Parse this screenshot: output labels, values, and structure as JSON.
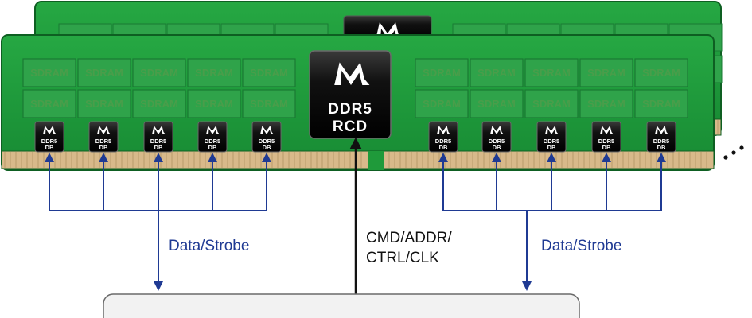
{
  "module": {
    "sdram_label": "SDRAM",
    "rcd_line1": "DDR5",
    "rcd_line2": "RCD",
    "db_line1": "DDR5",
    "db_line2": "DB"
  },
  "signals": {
    "data_strobe_left": "Data/Strobe",
    "data_strobe_right": "Data/Strobe",
    "cmd_line1": "CMD/ADDR/",
    "cmd_line2": "CTRL/CLK"
  },
  "colors": {
    "pcb_green": "#1f9a3a",
    "chip_green": "#2fa34a",
    "contact_tan": "#d8b98a",
    "data_line": "#1f3a93",
    "cmd_line": "#111111",
    "ic_black": "#111111"
  },
  "icons": {
    "logo": "montage-m-logo-icon"
  }
}
